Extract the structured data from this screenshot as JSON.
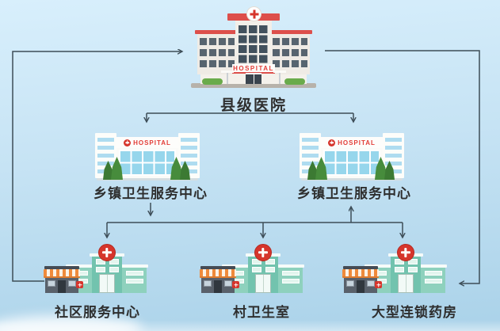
{
  "diagram": {
    "description": "Referral hierarchy of medical institutions",
    "nodes": {
      "county": {
        "label": "县级医院"
      },
      "township_left": {
        "label": "乡镇卫生服务中心"
      },
      "township_right": {
        "label": "乡镇卫生服务中心"
      },
      "community": {
        "label": "社区服务中心"
      },
      "village": {
        "label": "村卫生室"
      },
      "pharmacy": {
        "label": "大型连锁药房"
      }
    },
    "edges": [
      {
        "from": "community",
        "to": "county",
        "route": "left-side-loop",
        "arrow": "into county hospital"
      },
      {
        "from": "county",
        "to": "pharmacy",
        "route": "right-side-loop",
        "arrow": "into pharmacy"
      },
      {
        "from": "county",
        "to": "township_left",
        "route": "bracket-down"
      },
      {
        "from": "county",
        "to": "township_right",
        "route": "bracket-down"
      },
      {
        "from": "township_left",
        "to": "distribution-line",
        "arrow": "down"
      },
      {
        "from": "distribution-line",
        "to": "township_right",
        "arrow": "up"
      },
      {
        "from": "distribution-line",
        "to": "community",
        "arrow": "down"
      },
      {
        "from": "distribution-line",
        "to": "village",
        "arrow": "down"
      },
      {
        "from": "distribution-line",
        "to": "pharmacy",
        "arrow": "down"
      }
    ]
  },
  "signs": {
    "hospital": "HOSPITAL"
  },
  "colors": {
    "background_top": "#d8effc",
    "background_bottom": "#aad2e9",
    "connector_line": "#3d4d57",
    "accent_red": "#dd4f4b",
    "cross_red": "#d6352c",
    "clinic_teal": "#8ed1bd",
    "glass_blue": "#96d6ec",
    "label_text": "#2e2e2e"
  }
}
